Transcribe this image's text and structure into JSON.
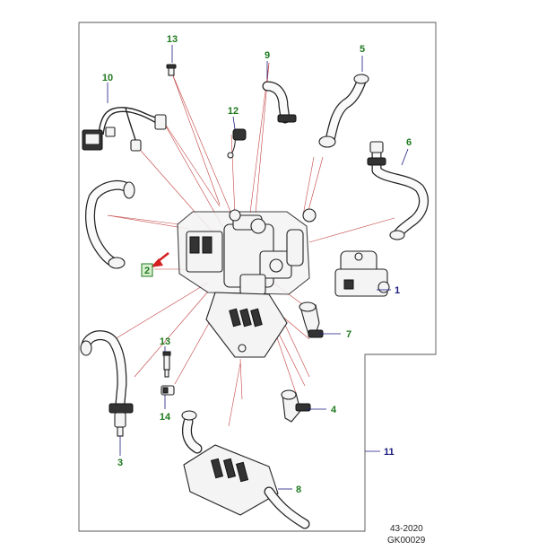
{
  "callouts": {
    "c1": "1",
    "c2": "2",
    "c3": "3",
    "c4": "4",
    "c5": "5",
    "c6": "6",
    "c7": "7",
    "c8": "8",
    "c9": "9",
    "c10": "10",
    "c11": "11",
    "c12": "12",
    "c13a": "13",
    "c13b": "13",
    "c14": "14"
  },
  "reference": {
    "code": "43-2020",
    "id": "GK00029"
  },
  "colors": {
    "callout": "#1f7a1f",
    "callout_main": "#1a1a80",
    "leader": "#c24040",
    "arrow": "#d42020"
  }
}
